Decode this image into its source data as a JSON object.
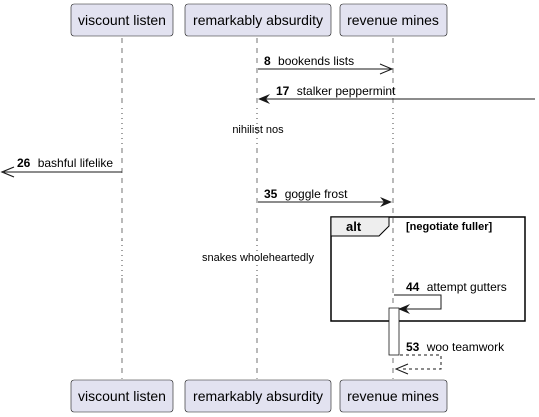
{
  "participants": [
    {
      "id": "p1",
      "label": "viscount listen"
    },
    {
      "id": "p2",
      "label": "remarkably absurdity"
    },
    {
      "id": "p3",
      "label": "revenue mines"
    }
  ],
  "messages": [
    {
      "num": "8",
      "text": "bookends lists"
    },
    {
      "num": "17",
      "text": "stalker peppermint"
    },
    {
      "num": "26",
      "text": "bashful lifelike"
    },
    {
      "num": "35",
      "text": "goggle frost"
    },
    {
      "num": "44",
      "text": "attempt gutters"
    },
    {
      "num": "53",
      "text": "woo teamwork"
    }
  ],
  "delays": [
    {
      "text": "nihilist nos"
    },
    {
      "text": "snakes wholeheartedly"
    }
  ],
  "fragment": {
    "type": "alt",
    "condition": "[negotiate fuller]"
  },
  "colors": {
    "participant_fill": "#E2E2F0",
    "participant_border": "#181818",
    "lifeline": "#181818",
    "arrow": "#181818"
  }
}
